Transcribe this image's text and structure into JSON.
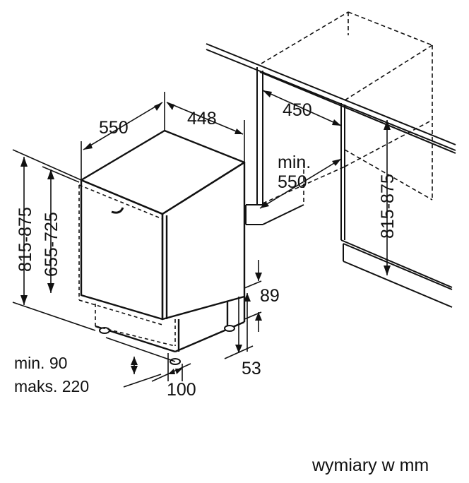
{
  "dimensions": {
    "width_550": "550",
    "depth_448": "448",
    "niche_width_450": "450",
    "niche_depth_min": "min.",
    "niche_depth_550": "550",
    "height_left": "815-875",
    "height_right": "815-875",
    "panel_height": "655-725",
    "plinth_89": "89",
    "plinth_53": "53",
    "gap_min": "min. 90",
    "gap_max": "maks. 220",
    "foot_100": "100"
  },
  "footer": {
    "units_note": "wymiary w mm"
  }
}
